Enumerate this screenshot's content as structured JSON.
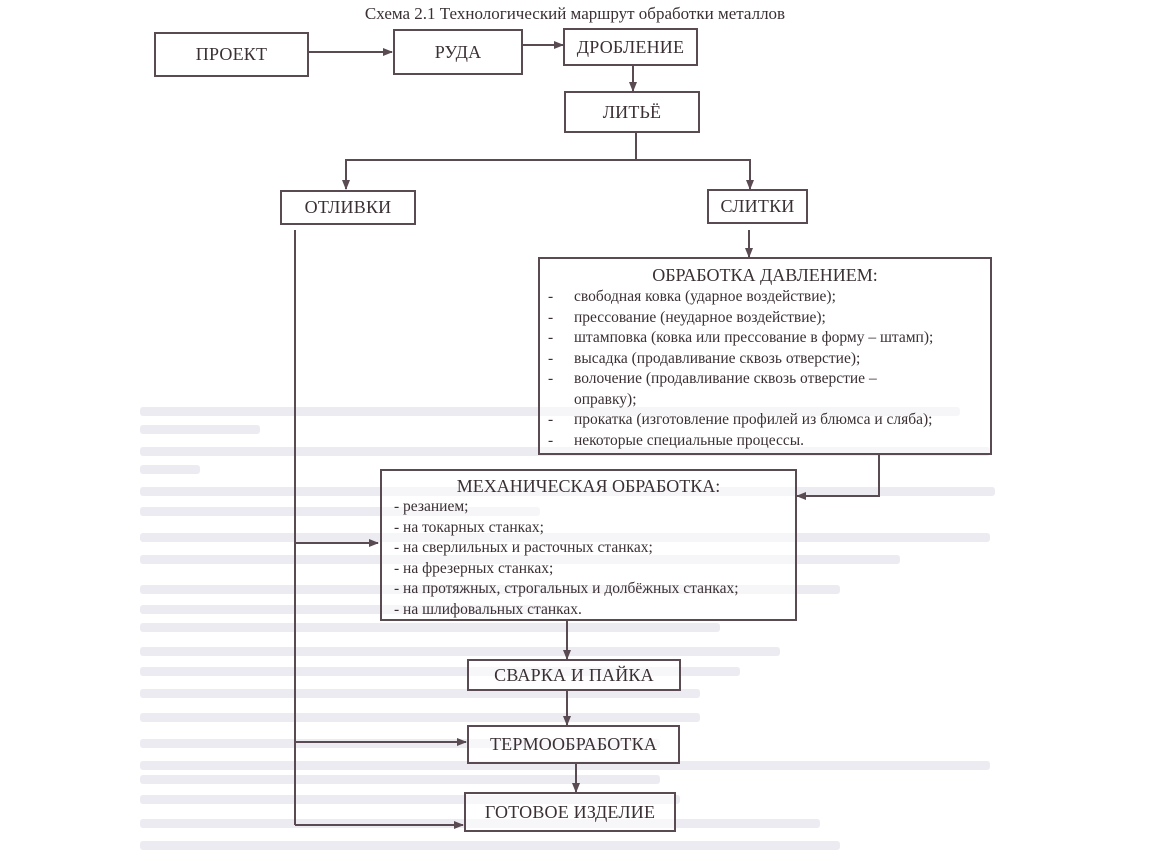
{
  "title": "Схема 2.1 Технологический маршрут обработки металлов",
  "colors": {
    "line": "#5a4a52",
    "text": "#3a3034",
    "background": "#ffffff"
  },
  "nodes": {
    "project": "ПРОЕКТ",
    "ore": "РУДА",
    "crushing": "ДРОБЛЕНИЕ",
    "casting": "ЛИТЬЁ",
    "castings": "ОТЛИВКИ",
    "ingots": "СЛИТКИ",
    "welding": "СВАРКА И ПАЙКА",
    "heat_treatment": "ТЕРМООБРАБОТКА",
    "finished_product": "ГОТОВОЕ ИЗДЕЛИЕ"
  },
  "pressure_processing": {
    "header": "ОБРАБОТКА ДАВЛЕНИЕМ:",
    "bullet": "-",
    "items": [
      "свободная ковка (ударное воздействие);",
      "прессование (неударное воздействие);",
      "штамповка (ковка или прессование в форму – штамп);",
      "высадка (продавливание сквозь отверстие);",
      "волочение (продавливание сквозь отверстие –",
      "прокатка (изготовление профилей из блюмса и сляба);",
      "некоторые специальные процессы."
    ],
    "item4_continuation": "оправку);"
  },
  "mechanical_processing": {
    "header": "МЕХАНИЧЕСКАЯ ОБРАБОТКА:",
    "items": [
      "- резанием;",
      "- на токарных станках;",
      "- на сверлильных и расточных станках;",
      "- на фрезерных станках;",
      "- на протяжных, строгальных и долбёжных станках;",
      "- на шлифовальных станках."
    ]
  }
}
